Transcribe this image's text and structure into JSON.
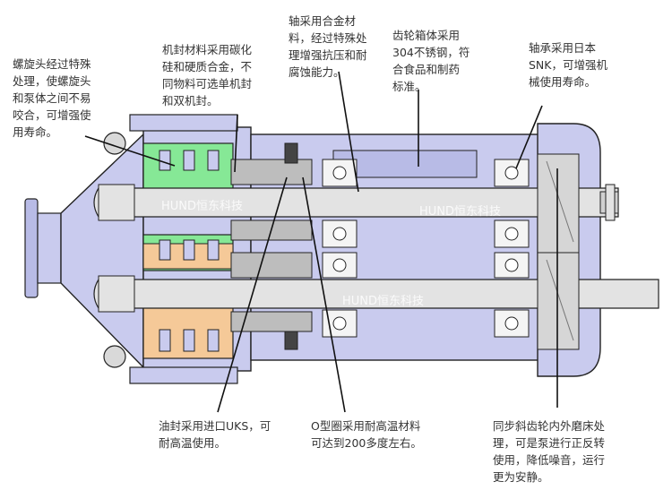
{
  "callouts": {
    "screw_head": "螺旋头经过特殊\n处理，使螺旋头\n和泵体之间不易\n咬合，可增强使\n用寿命。",
    "seal_material": "机封材料采用碳化\n硅和硬质合金，不\n同物料可选单机封\n和双机封。",
    "shaft": "轴采用合金材\n料，经过特殊处\n理增强抗压和耐\n腐蚀能力。",
    "gearbox": "齿轮箱体采用\n304不锈钢，符\n合食品和制药\n标准。",
    "bearing": "轴承采用日本\nSNK，可增强机\n械使用寿命。",
    "oil_seal": "油封采用进口UKS，可\n耐高温使用。",
    "o_ring": "O型圈采用耐高温材料\n可达到200多度左右。",
    "gear": "同步斜齿轮内外磨床处\n理，可是泵进行正反转\n使用，降低噪音，运行\n更为安静。"
  },
  "watermarks": [
    "HUND恒东科技",
    "HUND恒东科技",
    "HUND恒东科技"
  ],
  "colors": {
    "housing": "#c9cbee",
    "housing_dark": "#a8abd9",
    "outline": "#222222",
    "shaft": "#e3e3e3",
    "green_rotor": "#86e896",
    "orange_rotor": "#f5c998",
    "seal_gray": "#bdbdbd"
  }
}
